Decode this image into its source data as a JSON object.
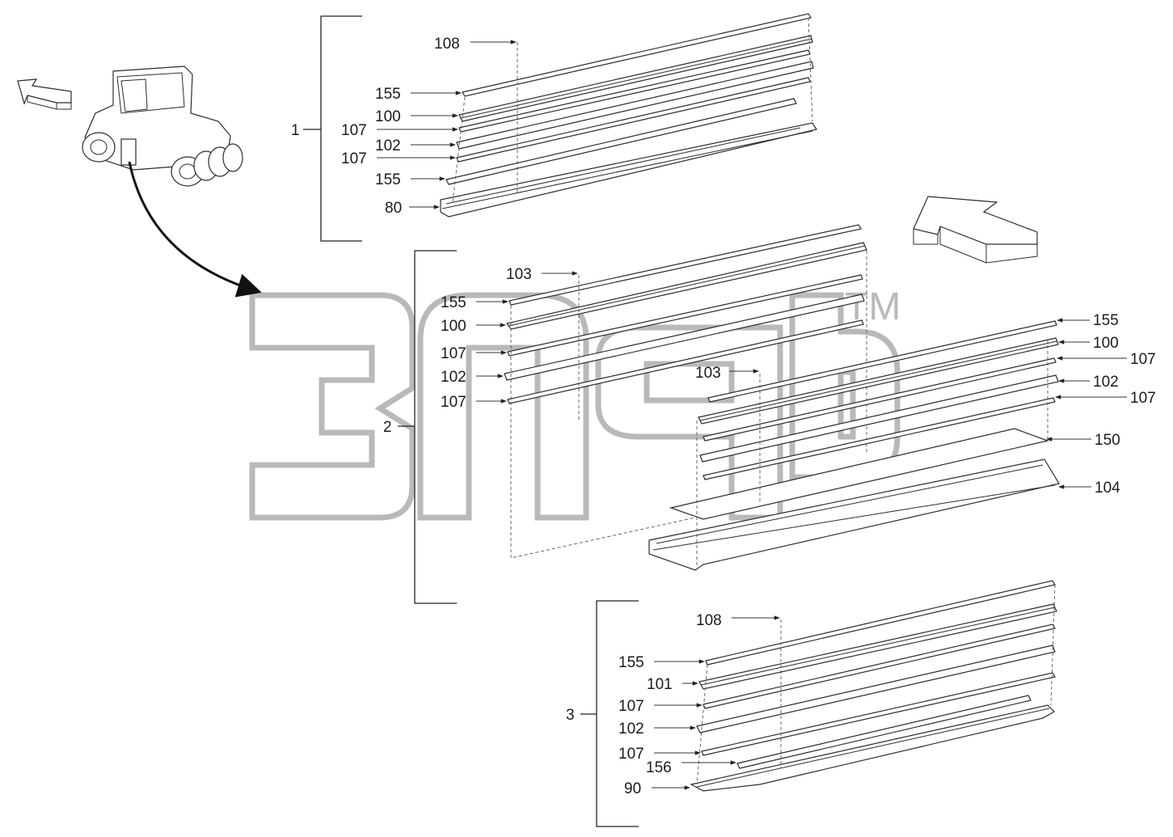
{
  "groups": [
    {
      "id": "1",
      "label": "1",
      "callouts": [
        "108",
        "155",
        "100",
        "107",
        "102",
        "107",
        "155",
        "80"
      ]
    },
    {
      "id": "2",
      "label": "2",
      "callouts_left": [
        "103",
        "155",
        "100",
        "107",
        "102",
        "107"
      ],
      "callouts_right": [
        "103",
        "155",
        "100",
        "107",
        "102",
        "107",
        "150",
        "104"
      ]
    },
    {
      "id": "3",
      "label": "3",
      "callouts": [
        "108",
        "155",
        "101",
        "107",
        "102",
        "107",
        "156",
        "90"
      ]
    }
  ],
  "watermark": {
    "text": "3nqb",
    "tm": "TM"
  },
  "icons": [
    "roller-vehicle-icon",
    "direction-arrow-icon",
    "large-direction-arrow-icon",
    "curved-arrow-icon"
  ],
  "colors": {
    "line": "#2b2b2b",
    "watermark": "#b9b9b9",
    "background": "#ffffff"
  }
}
